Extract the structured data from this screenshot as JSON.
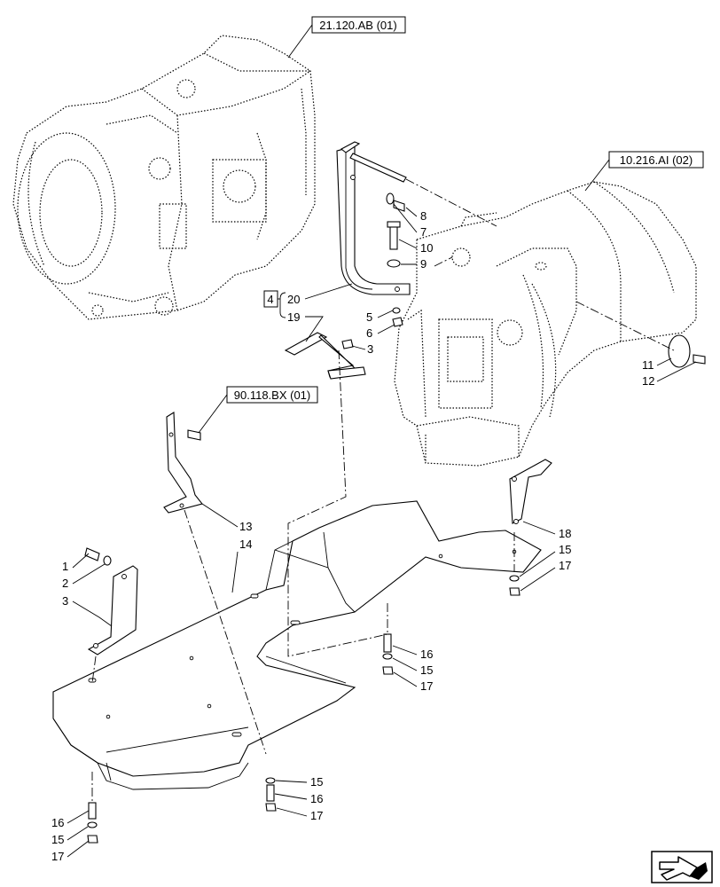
{
  "references": {
    "transmission": "21.120.AB (01)",
    "axle_housing": "10.216.AI (02)",
    "cab_mount": "90.118.BX (01)"
  },
  "kit_label": "4",
  "callouts": {
    "c1": "1",
    "c2": "2",
    "c3a": "3",
    "c3b": "3",
    "c5": "5",
    "c6": "6",
    "c7": "7",
    "c8": "8",
    "c9": "9",
    "c10": "10",
    "c11": "11",
    "c12": "12",
    "c13": "13",
    "c14": "14",
    "c15a": "15",
    "c15b": "15",
    "c15c": "15",
    "c15d": "15",
    "c16a": "16",
    "c16b": "16",
    "c16c": "16",
    "c17a": "17",
    "c17b": "17",
    "c17c": "17",
    "c17d": "17",
    "c18": "18",
    "c19": "19",
    "c20": "20"
  },
  "icons": {
    "nav": "arrow-icon"
  }
}
